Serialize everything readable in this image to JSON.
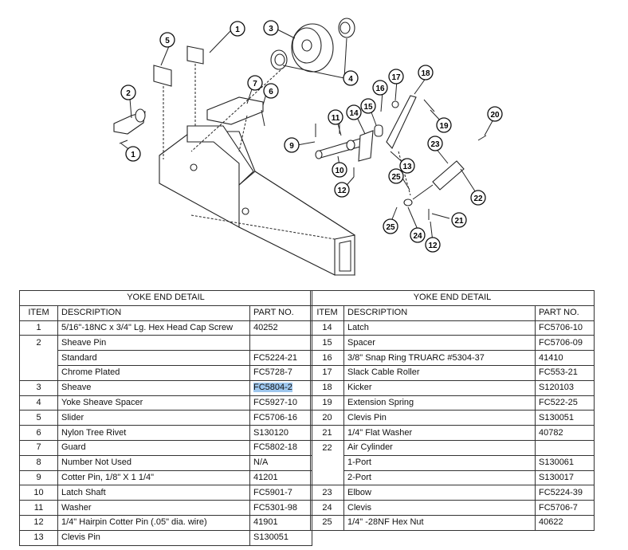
{
  "callouts": [
    {
      "id": "c1a",
      "label": "1"
    },
    {
      "id": "c1b",
      "label": "1"
    },
    {
      "id": "c2",
      "label": "2"
    },
    {
      "id": "c3",
      "label": "3"
    },
    {
      "id": "c4",
      "label": "4"
    },
    {
      "id": "c5",
      "label": "5"
    },
    {
      "id": "c6",
      "label": "6"
    },
    {
      "id": "c7",
      "label": "7"
    },
    {
      "id": "c9",
      "label": "9"
    },
    {
      "id": "c10",
      "label": "10"
    },
    {
      "id": "c11",
      "label": "11"
    },
    {
      "id": "c12a",
      "label": "12"
    },
    {
      "id": "c12b",
      "label": "12"
    },
    {
      "id": "c13",
      "label": "13"
    },
    {
      "id": "c14",
      "label": "14"
    },
    {
      "id": "c15",
      "label": "15"
    },
    {
      "id": "c16",
      "label": "16"
    },
    {
      "id": "c17",
      "label": "17"
    },
    {
      "id": "c18",
      "label": "18"
    },
    {
      "id": "c19",
      "label": "19"
    },
    {
      "id": "c20",
      "label": "20"
    },
    {
      "id": "c21",
      "label": "21"
    },
    {
      "id": "c22",
      "label": "22"
    },
    {
      "id": "c23",
      "label": "23"
    },
    {
      "id": "c24",
      "label": "24"
    },
    {
      "id": "c25a",
      "label": "25"
    },
    {
      "id": "c25b",
      "label": "25"
    }
  ],
  "table_left": {
    "caption": "YOKE END DETAIL",
    "headers": {
      "item": "ITEM",
      "description": "DESCRIPTION",
      "part": "PART NO."
    },
    "rows": [
      {
        "item": "1",
        "description": "5/16\"-18NC  x 3/4\" Lg. Hex Head Cap Screw",
        "part": "40252"
      },
      {
        "item": "2",
        "description": "Sheave Pin",
        "part": ""
      },
      {
        "item": "",
        "description": "Standard",
        "part": "FC5224-21"
      },
      {
        "item": "",
        "description": "Chrome Plated",
        "part": "FC5728-7"
      },
      {
        "item": "3",
        "description": "Sheave",
        "part": "FC5804-2"
      },
      {
        "item": "4",
        "description": "Yoke Sheave Spacer",
        "part": "FC5927-10"
      },
      {
        "item": "5",
        "description": "Slider",
        "part": "FC5706-16"
      },
      {
        "item": "6",
        "description": "Nylon Tree Rivet",
        "part": "S130120"
      },
      {
        "item": "7",
        "description": "Guard",
        "part": "FC5802-18"
      },
      {
        "item": "8",
        "description": "Number Not Used",
        "part": "N/A"
      },
      {
        "item": "9",
        "description": "Cotter Pin, 1/8\" X 1 1/4\"",
        "part": "41201"
      },
      {
        "item": "10",
        "description": "Latch Shaft",
        "part": "FC5901-7"
      },
      {
        "item": "11",
        "description": "Washer",
        "part": "FC5301-98"
      },
      {
        "item": "12",
        "description": "1/4\" Hairpin Cotter Pin (.05\" dia. wire)",
        "part": "41901"
      },
      {
        "item": "13",
        "description": "Clevis Pin",
        "part": "S130051"
      }
    ]
  },
  "table_right": {
    "caption": "YOKE END DETAIL",
    "headers": {
      "item": "ITEM",
      "description": "DESCRIPTION",
      "part": "PART NO."
    },
    "rows": [
      {
        "item": "14",
        "description": "Latch",
        "part": "FC5706-10"
      },
      {
        "item": "15",
        "description": "Spacer",
        "part": "FC5706-09"
      },
      {
        "item": "16",
        "description": "3/8\" Snap Ring TRUARC #5304-37",
        "part": "41410"
      },
      {
        "item": "17",
        "description": "Slack Cable Roller",
        "part": "FC553-21"
      },
      {
        "item": "18",
        "description": "Kicker",
        "part": "S120103"
      },
      {
        "item": "19",
        "description": "Extension Spring",
        "part": "FC522-25"
      },
      {
        "item": "20",
        "description": "Clevis Pin",
        "part": "S130051"
      },
      {
        "item": "21",
        "description": "1/4\" Flat Washer",
        "part": "40782"
      },
      {
        "item": "22",
        "description": "Air Cylinder",
        "part": ""
      },
      {
        "item": "",
        "description": "1-Port",
        "part": "S130061"
      },
      {
        "item": "",
        "description": "2-Port",
        "part": "S130017"
      },
      {
        "item": "23",
        "description": "Elbow",
        "part": "FC5224-39"
      },
      {
        "item": "24",
        "description": "Clevis",
        "part": "FC5706-7"
      },
      {
        "item": "25",
        "description": "1/4\" -28NF Hex Nut",
        "part": "40622"
      }
    ]
  },
  "highlight": {
    "table": "left",
    "row": 4,
    "color": "#9ec7ee"
  }
}
